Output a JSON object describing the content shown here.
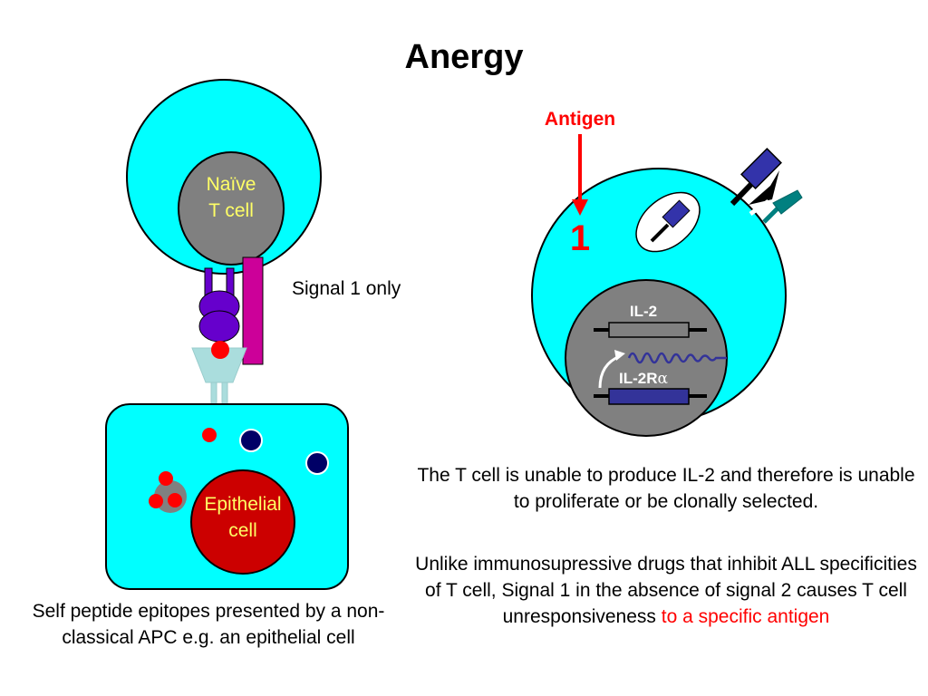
{
  "title": "Anergy",
  "naive_t_cell": {
    "line1": "Naïve",
    "line2": "T cell"
  },
  "epithelial_cell": {
    "line1": "Epithelial",
    "line2": "cell"
  },
  "signal_label": "Signal 1 only",
  "antigen_label": "Antigen",
  "signal_number": "1",
  "gene_il2": "IL-2",
  "gene_il2r_prefix": "IL-2R",
  "gene_il2r_symbol": "α",
  "left_caption": "Self peptide epitopes presented by a non-classical APC e.g. an epithelial cell",
  "right_para1": "The T cell is unable to produce IL-2 and therefore is unable to proliferate or be clonally selected.",
  "right_para2_main": "Unlike immunosupressive drugs that inhibit ALL specificities of T cell, Signal 1 in the absence of signal 2 causes T cell unresponsiveness ",
  "right_para2_red": "to a specific antigen",
  "colors": {
    "cytoplasm": "#00ffff",
    "nucleus_gray": "#808080",
    "naive_label": "#ffff66",
    "epithelial_nucleus": "#cc0000",
    "receptor_purple": "#6600cc",
    "bar_magenta": "#cc0099",
    "peptide_red": "#ff0000",
    "mhc_lightblue": "#aadddd",
    "navy": "#000066",
    "receptor_blue": "#3333aa",
    "teal": "#008080",
    "il2r_bar": "#333399",
    "accent_red": "#ff0000"
  }
}
